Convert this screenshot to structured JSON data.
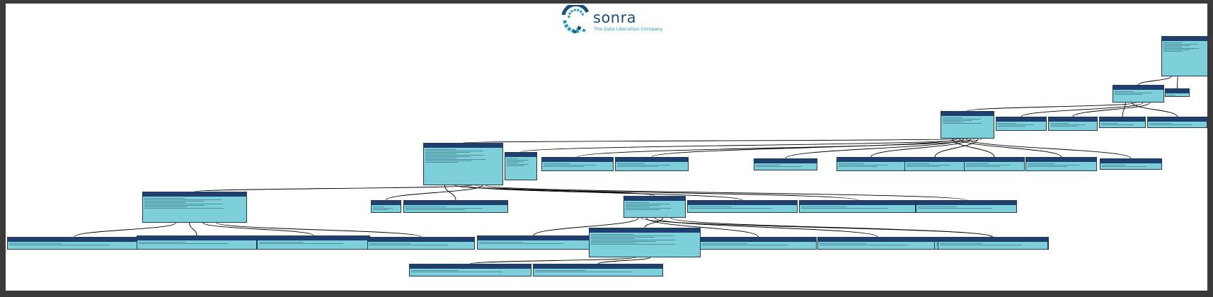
{
  "brand": {
    "name": "sonra",
    "tagline": "The Data Liberation Company",
    "primary_color": "#1e4e79",
    "accent_color": "#1a9ec8"
  },
  "diagram": {
    "node_fill": "#7dd0da",
    "header_fill": "#1f3f6e",
    "header_text_color": "#f4ec3a",
    "edge_color": "#000000",
    "nodes": [
      {
        "id": "n1",
        "label": "",
        "lines": 7
      },
      {
        "id": "n2",
        "label": "",
        "lines": 3
      },
      {
        "id": "n3",
        "label": "",
        "lines": 1
      },
      {
        "id": "n4",
        "label": "",
        "lines": 5
      },
      {
        "id": "n5",
        "label": "",
        "lines": 3
      },
      {
        "id": "n6",
        "label": "",
        "lines": 3
      },
      {
        "id": "n7",
        "label": "",
        "lines": 2
      },
      {
        "id": "n8",
        "label": "",
        "lines": 2
      },
      {
        "id": "n9",
        "label": "",
        "lines": 10
      },
      {
        "id": "n10",
        "label": "",
        "lines": 6
      },
      {
        "id": "n11",
        "label": "",
        "lines": 3
      },
      {
        "id": "n12",
        "label": "",
        "lines": 3
      },
      {
        "id": "n13",
        "label": "",
        "lines": 2
      },
      {
        "id": "n14",
        "label": "",
        "lines": 3
      },
      {
        "id": "n15",
        "label": "",
        "lines": 3
      },
      {
        "id": "n16",
        "label": "",
        "lines": 3
      },
      {
        "id": "n17",
        "label": "",
        "lines": 3
      },
      {
        "id": "n18",
        "label": "",
        "lines": 2
      },
      {
        "id": "n19",
        "label": "",
        "lines": 8
      },
      {
        "id": "n20",
        "label": "",
        "lines": 3
      },
      {
        "id": "n21",
        "label": "",
        "lines": 3
      },
      {
        "id": "n22",
        "label": "",
        "lines": 6
      },
      {
        "id": "n23",
        "label": "",
        "lines": 2
      },
      {
        "id": "n24",
        "label": "",
        "lines": 2
      },
      {
        "id": "n25",
        "label": "",
        "lines": 2
      },
      {
        "id": "n26",
        "label": "",
        "lines": 2
      },
      {
        "id": "n27",
        "label": "",
        "lines": 2
      },
      {
        "id": "n28",
        "label": "",
        "lines": 2
      },
      {
        "id": "n29",
        "label": "",
        "lines": 2
      },
      {
        "id": "n30",
        "label": "",
        "lines": 2
      },
      {
        "id": "n31",
        "label": "",
        "lines": 2
      },
      {
        "id": "n32",
        "label": "",
        "lines": 2
      },
      {
        "id": "n33",
        "label": "",
        "lines": 8
      },
      {
        "id": "n34",
        "label": "",
        "lines": 2
      },
      {
        "id": "n35",
        "label": "",
        "lines": 2
      },
      {
        "id": "n36",
        "label": "",
        "lines": 2
      },
      {
        "id": "n37",
        "label": "",
        "lines": 2
      }
    ],
    "edges": [
      [
        "n1",
        "n2"
      ],
      [
        "n1",
        "n3"
      ],
      [
        "n2",
        "n4"
      ],
      [
        "n2",
        "n5"
      ],
      [
        "n2",
        "n6"
      ],
      [
        "n2",
        "n7"
      ],
      [
        "n2",
        "n8"
      ],
      [
        "n4",
        "n9"
      ],
      [
        "n4",
        "n10"
      ],
      [
        "n4",
        "n11"
      ],
      [
        "n4",
        "n12"
      ],
      [
        "n4",
        "n13"
      ],
      [
        "n4",
        "n14"
      ],
      [
        "n4",
        "n15"
      ],
      [
        "n4",
        "n16"
      ],
      [
        "n4",
        "n17"
      ],
      [
        "n4",
        "n18"
      ],
      [
        "n9",
        "n19"
      ],
      [
        "n9",
        "n20"
      ],
      [
        "n9",
        "n21"
      ],
      [
        "n9",
        "n22"
      ],
      [
        "n9",
        "n23"
      ],
      [
        "n9",
        "n24"
      ],
      [
        "n9",
        "n25"
      ],
      [
        "n19",
        "n26"
      ],
      [
        "n19",
        "n27"
      ],
      [
        "n19",
        "n28"
      ],
      [
        "n19",
        "n29"
      ],
      [
        "n22",
        "n30"
      ],
      [
        "n22",
        "n31"
      ],
      [
        "n22",
        "n32"
      ],
      [
        "n22",
        "n33"
      ],
      [
        "n22",
        "n34"
      ],
      [
        "n22",
        "n35"
      ],
      [
        "n33",
        "n36"
      ],
      [
        "n33",
        "n37"
      ]
    ]
  }
}
